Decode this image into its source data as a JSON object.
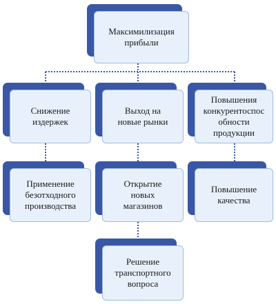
{
  "diagram": {
    "nodes": {
      "root": {
        "label": "Максимилизация\nприбыли"
      },
      "cost": {
        "label": "Снижение\nиздержек"
      },
      "market": {
        "label": "Выход на\nновые рынки"
      },
      "compet": {
        "label": "Повышения\nконкурентоспос\nобности\nпродукции"
      },
      "waste": {
        "label": "Применение\nбезотходного\nпроизводства"
      },
      "stores": {
        "label": "Открытие\nновых\nмагазинов"
      },
      "quality": {
        "label": "Повышение\nкачества"
      },
      "transport": {
        "label": "Решение\nтранспортного\nвопроса"
      }
    },
    "colors": {
      "shadow": "#3a57a6",
      "face": "#e8f1fb",
      "border": "#9dbbdf",
      "connector": "#3a57a6"
    }
  }
}
